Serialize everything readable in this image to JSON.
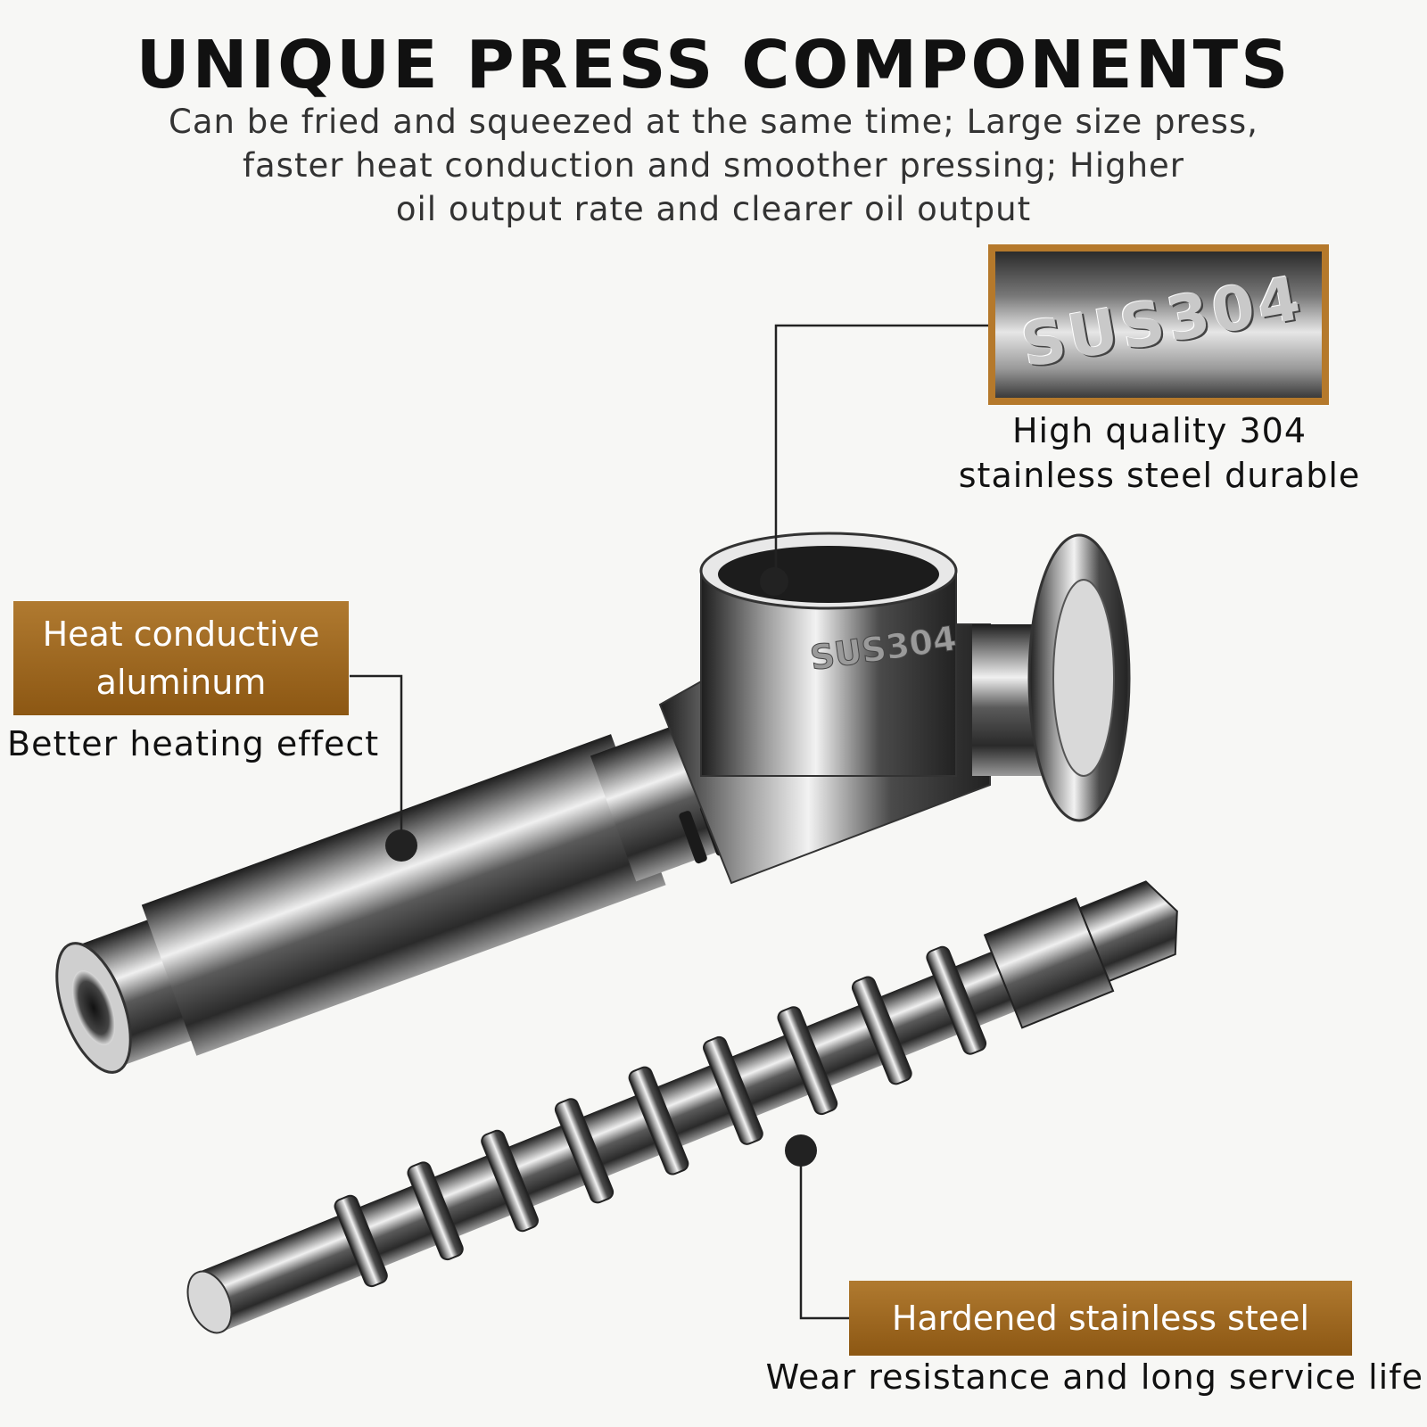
{
  "header": {
    "title": "UNIQUE PRESS COMPONENTS",
    "subtitle_lines": [
      "Can be fried and squeezed at the same time; Large size press,",
      "faster heat conduction and smoother pressing; Higher",
      "oil output rate and clearer oil output"
    ]
  },
  "callouts": {
    "steel": {
      "zoom_text": "SUS304",
      "caption_lines": [
        "High quality 304",
        "stainless steel durable"
      ]
    },
    "heat": {
      "badge_lines": [
        "Heat conductive",
        "aluminum"
      ],
      "caption": "Better heating effect"
    },
    "hardened": {
      "badge": "Hardened stainless steel",
      "caption": "Wear resistance and long service life"
    }
  },
  "part": {
    "engraving": "SUS304"
  },
  "colors": {
    "badge": "#9a6420",
    "frame": "#b5792b",
    "leader": "#222222"
  }
}
